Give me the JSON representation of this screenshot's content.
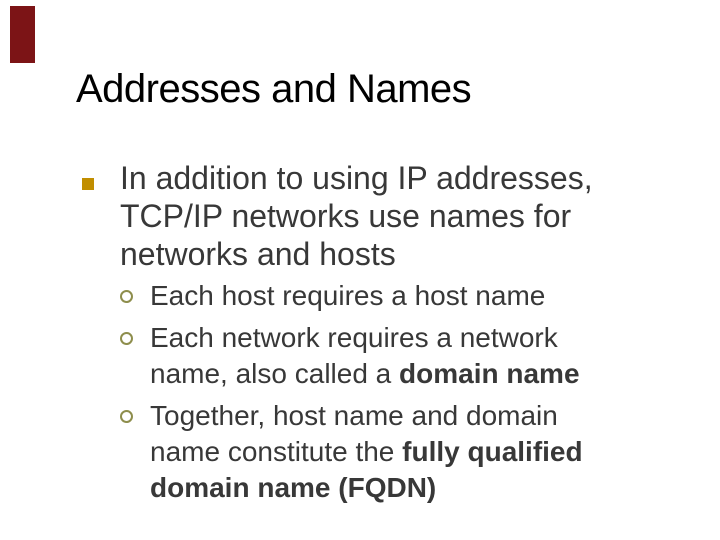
{
  "slide": {
    "title": "Addresses and Names",
    "main_bullet": "In addition to using IP addresses, TCP/IP networks use names for networks and hosts",
    "sub_bullets": [
      {
        "pre": "Each host requires a host name",
        "bold": ""
      },
      {
        "pre": "Each network requires a network name, also called a ",
        "bold": "domain name"
      },
      {
        "pre": "Together, host name and domain name constitute the ",
        "bold": "fully qualified domain name (FQDN)"
      }
    ],
    "colors": {
      "background": "#FFFFFF",
      "title_text": "#000000",
      "body_text": "#383838",
      "square_bullet": "#C18E00",
      "circle_bullet": "#8E8E4D",
      "corner_mark": "#7C1416"
    }
  }
}
